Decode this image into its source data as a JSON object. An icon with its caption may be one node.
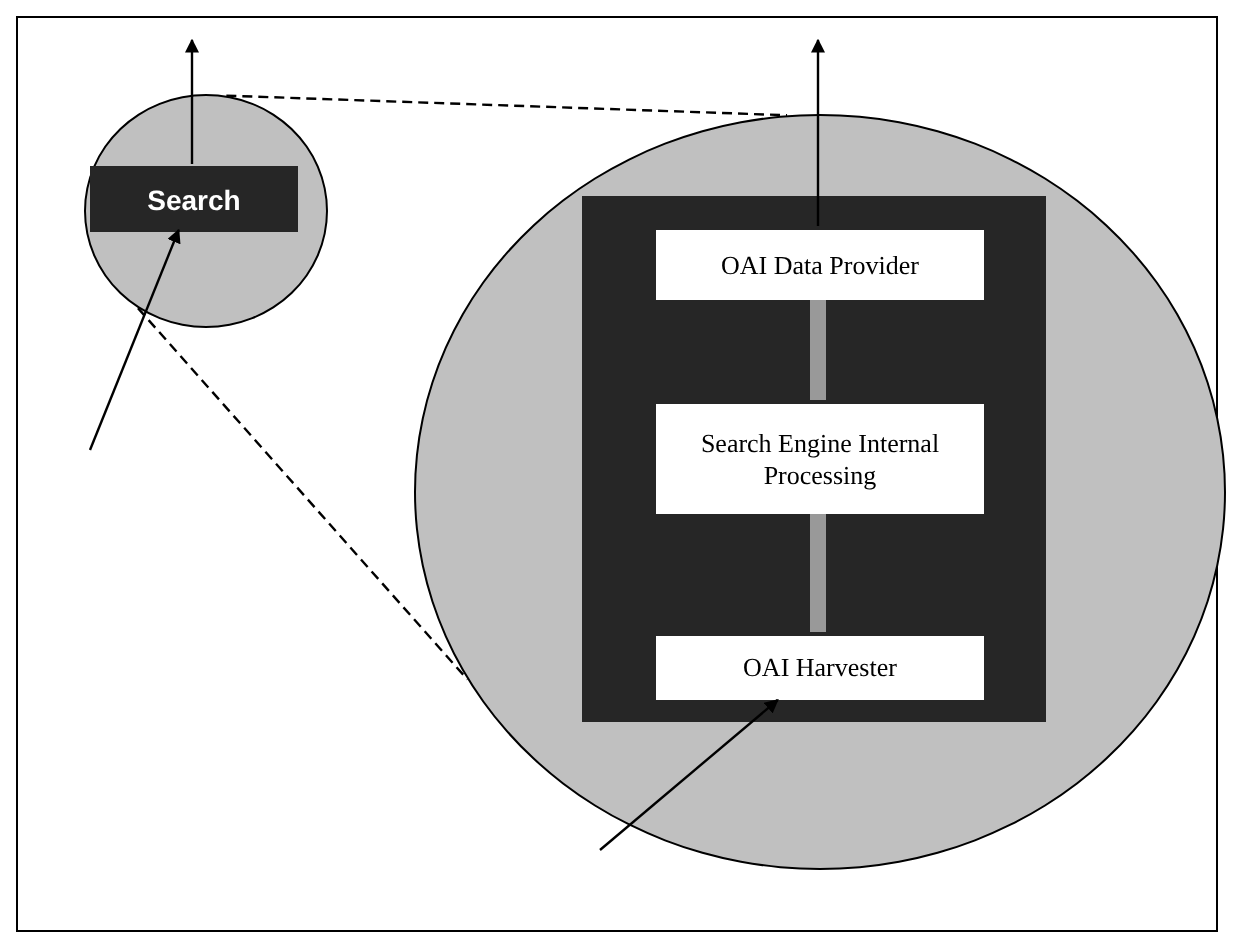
{
  "diagram": {
    "nodes": [
      {
        "text": [],
        "shape": "circle"
      },
      {
        "text": [
          "Search"
        ],
        "in": 0
      },
      {
        "text": [],
        "shape": "circle"
      },
      {
        "text": [],
        "shape": "box",
        "in": 2
      },
      {
        "text": [
          "OAI Data Provider"
        ],
        "in": 3
      },
      {
        "text": [
          "Search Engine Internal Processing"
        ],
        "in": 3
      },
      {
        "text": [
          "OAI Harvester"
        ],
        "in": 3
      }
    ],
    "edges": [
      {
        "from": null,
        "to": 1,
        "arrow": "to"
      },
      {
        "from": 1,
        "to": null,
        "arrow": "to"
      },
      {
        "from": 4,
        "to": null,
        "arrow": "to"
      },
      {
        "from": null,
        "to": 6,
        "arrow": "to"
      },
      {
        "from": 4,
        "to": 5,
        "arrow": "none",
        "style": "thick",
        "color": "#999999"
      },
      {
        "from": 5,
        "to": 6,
        "arrow": "none",
        "style": "thick",
        "color": "#999999"
      },
      {
        "from": 0,
        "to": 2,
        "arrow": "none",
        "style": "dashed"
      },
      {
        "from": 0,
        "to": 2,
        "arrow": "none",
        "style": "dashed"
      }
    ]
  }
}
